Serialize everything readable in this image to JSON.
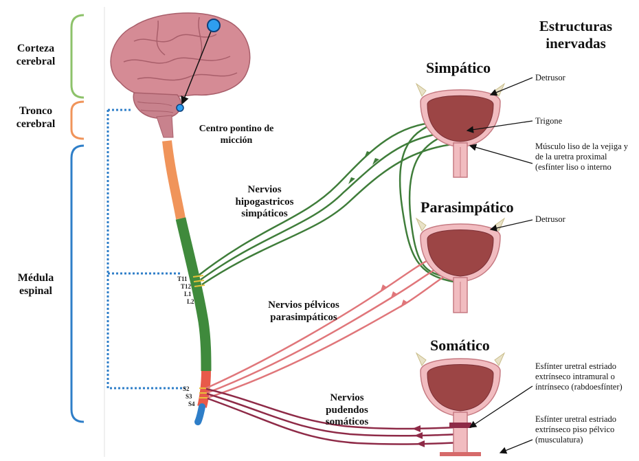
{
  "regions": {
    "cortex": "Corteza cerebral",
    "brainstem": "Tronco cerebral",
    "spinal": "Médula espinal"
  },
  "brain": {
    "center": "Centro pontino de micción"
  },
  "segments": {
    "upper": [
      "T11",
      "T12",
      "L1",
      "L2"
    ],
    "lower": [
      "S2",
      "S3",
      "S4"
    ]
  },
  "nerves": {
    "hypogastric": "Nervios hipogastricos simpáticos",
    "pelvic": "Nervios pélvicos parasimpáticos",
    "pudendal": "Nervios pudendos somáticos"
  },
  "structures": {
    "title": "Estructuras inervadas",
    "sympathetic": {
      "heading": "Simpático",
      "detrusor": "Detrusor",
      "trigone": "Trigone",
      "smooth": "Músculo liso de la vejiga y de la uretra proximal (esfínter liso o interno"
    },
    "parasympathetic": {
      "heading": "Parasimpático",
      "detrusor": "Detrusor"
    },
    "somatic": {
      "heading": "Somático",
      "intramural": "Esfínter uretral estriado extrínseco intramural o íntrínseco (rabdoesfínter)",
      "pelvic_floor": "Esfínter uretral estriado extrínseco piso pélvico (musculatura)"
    }
  },
  "colors": {
    "cortex_bracket": "#8dc26a",
    "brainstem_bracket": "#f0945a",
    "spinal_bracket": "#2e7ec8",
    "sympathetic": "#3f7d3a",
    "parasympathetic": "#e0767a",
    "somatic": "#8e2a47",
    "brain": "#d58b95",
    "bladder": "#9c4545"
  }
}
